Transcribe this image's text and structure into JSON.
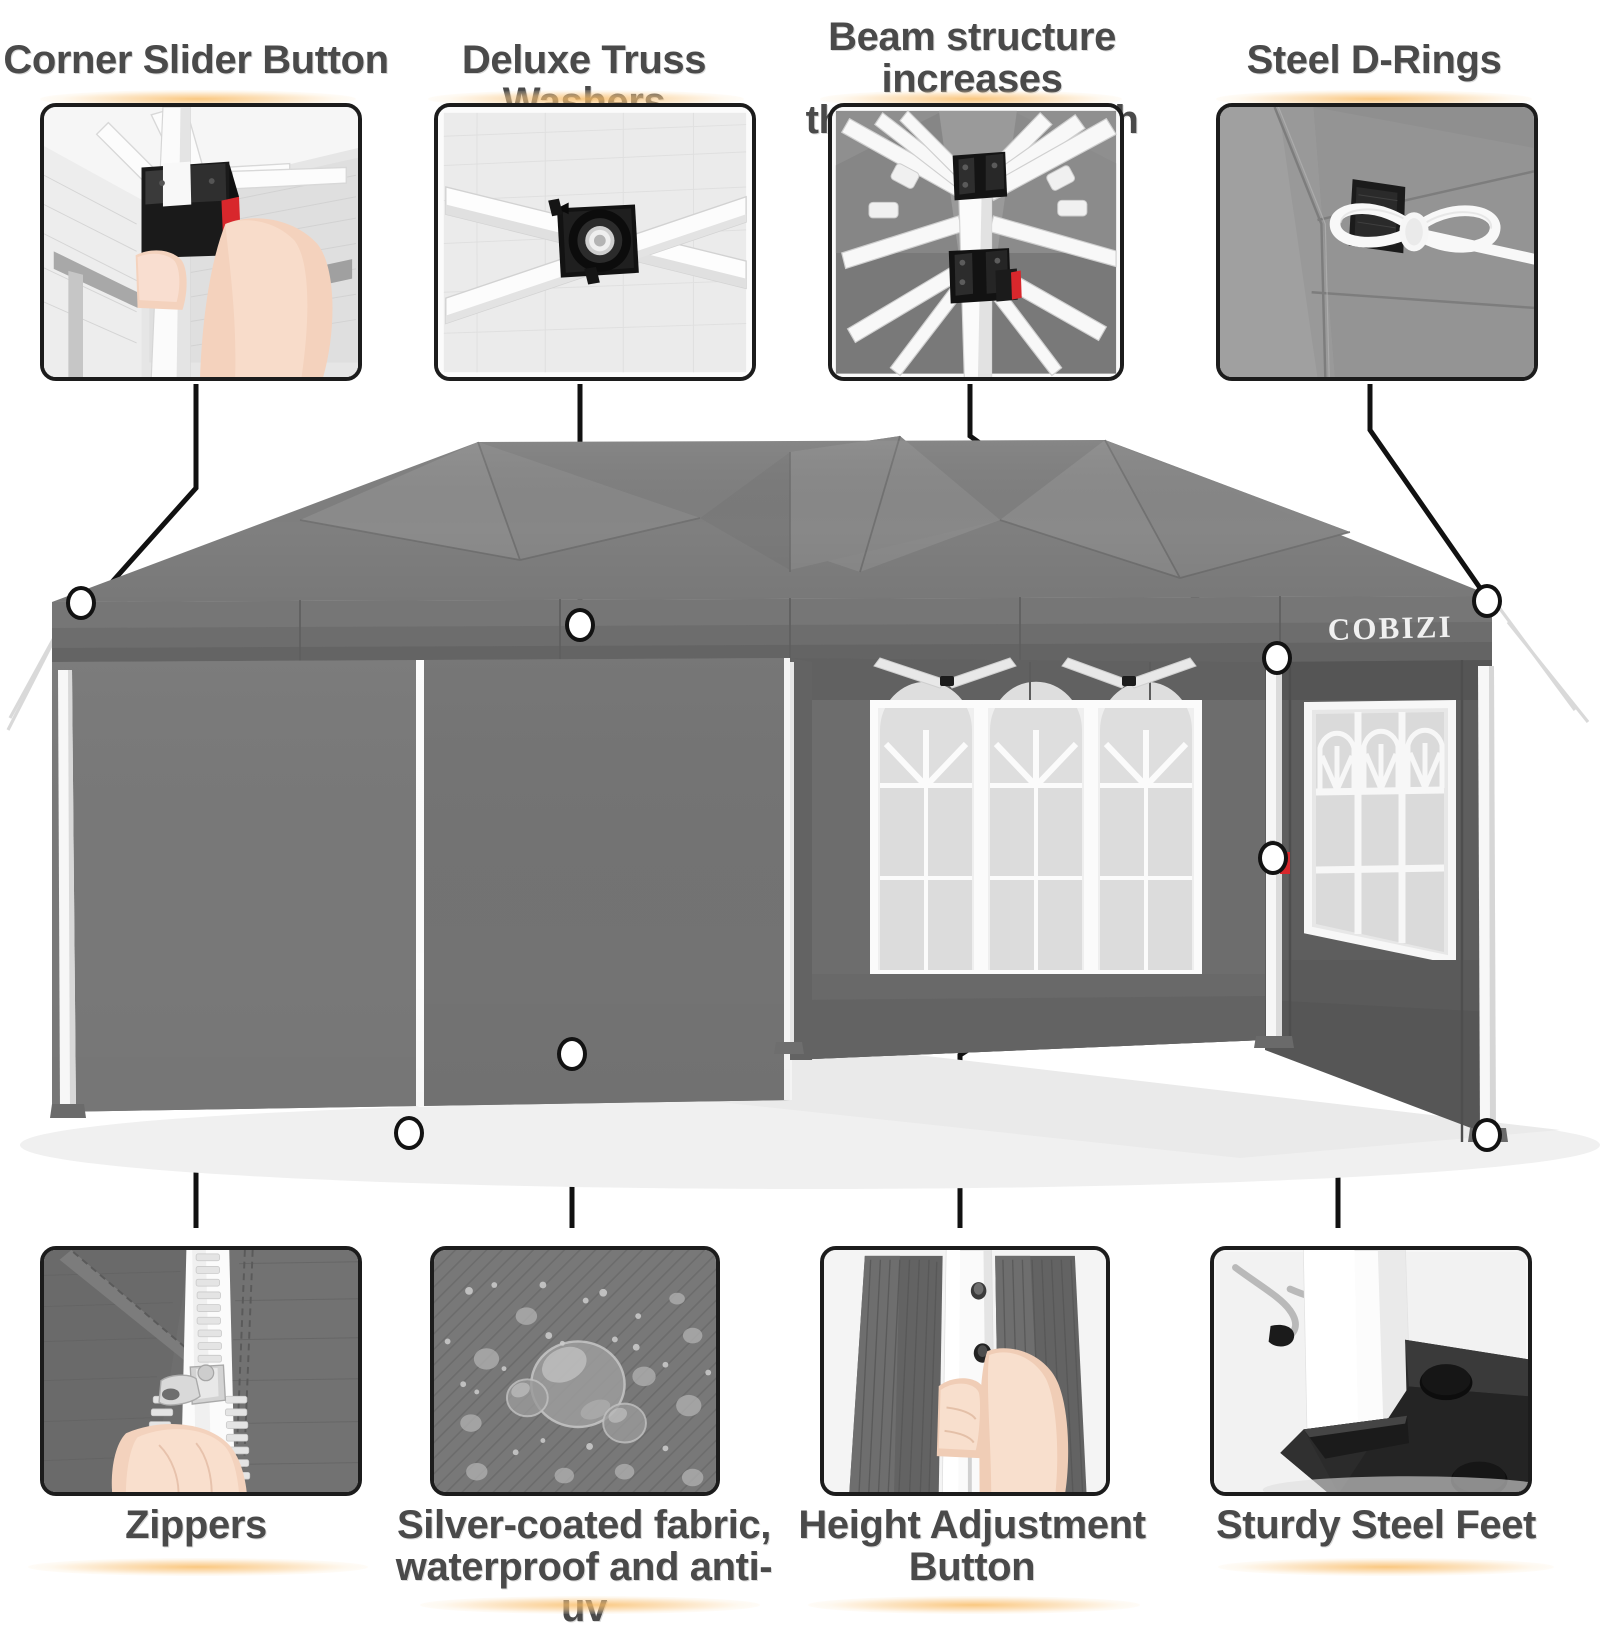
{
  "product": {
    "brand": "COBIZI",
    "type": "pop-up canopy tent with sidewalls"
  },
  "palette": {
    "canopy_top": "#7d7d7d",
    "canopy_top_light": "#8e8e8e",
    "canopy_top_dark": "#6f6f6f",
    "valance": "#6e6e6e",
    "wall_front": "#737373",
    "wall_side": "#5f5f5f",
    "wall_dark": "#565656",
    "frame_white": "#f4f4f4",
    "ground": "#e8e8e8",
    "label_text": "#4a4a4a",
    "glow": "#f9ba60",
    "frame_border": "#1c1c1c",
    "accent_red": "#d8272c"
  },
  "callouts": {
    "top": [
      {
        "id": "corner-slider-button",
        "label": "Corner Slider Button",
        "thumb_alt": "hand pressing black corner slider with red release button on white frame leg"
      },
      {
        "id": "deluxe-truss-washers",
        "label": "Deluxe Truss Washers",
        "thumb_alt": "black truss washer joint with metal screw at crossing white scissor bars"
      },
      {
        "id": "beam-structure",
        "label": "Beam structure increases\nthe truss strength",
        "thumb_alt": "underside view of white truss beams meeting black center bracket"
      },
      {
        "id": "steel-d-rings",
        "label": "Steel D-Rings",
        "thumb_alt": "white guy rope knotted through black D-ring patch on grey canopy corner"
      }
    ],
    "bottom": [
      {
        "id": "zippers",
        "label": "Zippers",
        "thumb_alt": "hand pulling white zipper on grey sidewall fabric"
      },
      {
        "id": "silver-coated-fabric",
        "label": "Silver-coated fabric,\nwaterproof and anti-uv",
        "thumb_alt": "water droplets beading on grey silver-coated ripstop fabric"
      },
      {
        "id": "height-adjustment-button",
        "label": "Height Adjustment\nButton",
        "thumb_alt": "hand pressing push-button on white telescoping leg between grey walls"
      },
      {
        "id": "sturdy-steel-feet",
        "label": "Sturdy Steel Feet",
        "thumb_alt": "white square leg seated in black triangular steel foot plate with stake holes"
      }
    ]
  }
}
